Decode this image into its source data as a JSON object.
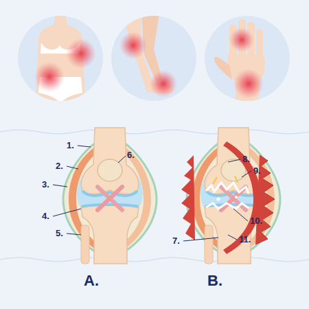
{
  "diagram": {
    "labels": [
      "1.",
      "2.",
      "3.",
      "4.",
      "5.",
      "6.",
      "7.",
      "8.",
      "9.",
      "10.",
      "11.",
      "A.",
      "B."
    ]
  }
}
